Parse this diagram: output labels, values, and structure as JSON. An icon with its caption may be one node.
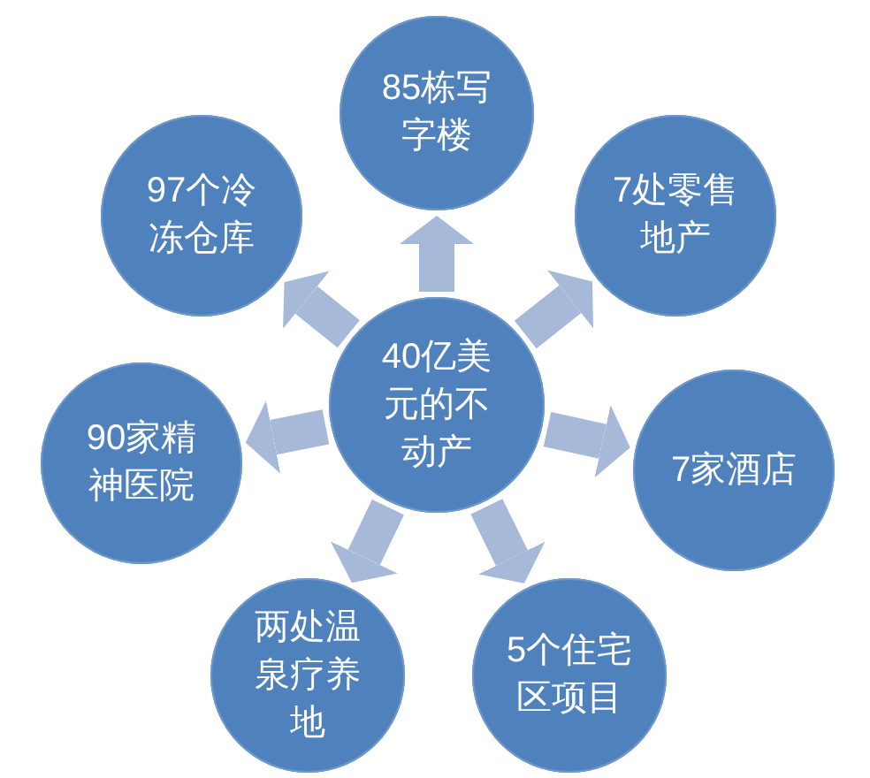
{
  "diagram": {
    "nodes": [
      {
        "text": [
          "40亿美元的不动产"
        ]
      },
      {
        "text": [
          "85栋写字楼"
        ]
      },
      {
        "text": [
          "7处零售地产"
        ]
      },
      {
        "text": [
          "7家酒店"
        ]
      },
      {
        "text": [
          "5个住宅区项目"
        ]
      },
      {
        "text": [
          "两处温泉疗养地"
        ]
      },
      {
        "text": [
          "90家精神医院"
        ]
      },
      {
        "text": [
          "97个冷冻仓库"
        ]
      }
    ],
    "edges": [
      {
        "from": 0,
        "to": 1,
        "arrow": "to"
      },
      {
        "from": 0,
        "to": 2,
        "arrow": "to"
      },
      {
        "from": 0,
        "to": 3,
        "arrow": "to"
      },
      {
        "from": 0,
        "to": 4,
        "arrow": "to"
      },
      {
        "from": 0,
        "to": 5,
        "arrow": "to"
      },
      {
        "from": 0,
        "to": 6,
        "arrow": "to"
      },
      {
        "from": 0,
        "to": 7,
        "arrow": "to"
      }
    ]
  }
}
